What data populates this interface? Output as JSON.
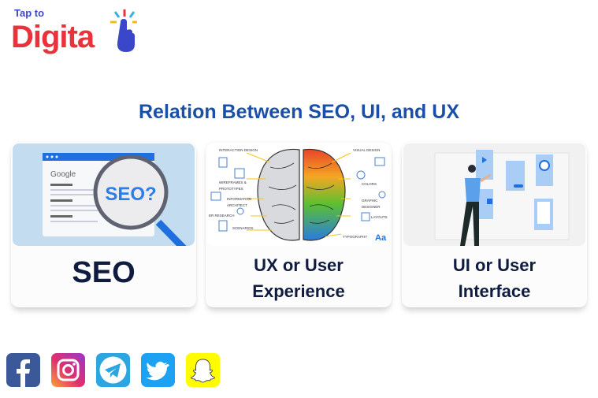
{
  "logo": {
    "top": "Tap to",
    "main": "Digita"
  },
  "title": "Relation Between SEO, UI, and UX",
  "cards": [
    {
      "label": "SEO",
      "image": {
        "browser_text": "Google",
        "lens_text": "SEO?"
      }
    },
    {
      "label_line1": "UX or User",
      "label_line2": "Experience",
      "image": {
        "labels_left": [
          "INTERACTION DESIGN",
          "WIREFRAMES &",
          "PROTOTYPES",
          "INFORMATION",
          "ARCHITECT",
          "ER RESEARCH",
          "SCENARIOS"
        ],
        "labels_right": [
          "VISUAL DESIGN",
          "COLORS",
          "GRAPHIC",
          "DESIGNER",
          "LAYOUTS",
          "TYPOGRAPHY"
        ],
        "typography_glyph": "Aa"
      }
    },
    {
      "label_line1": "UI or User",
      "label_line2": "Interface"
    }
  ],
  "social": [
    {
      "name": "facebook",
      "color": "#3b5998"
    },
    {
      "name": "instagram",
      "color": "#c13584"
    },
    {
      "name": "telegram",
      "color": "#2ca5e0"
    },
    {
      "name": "twitter",
      "color": "#1da1f2"
    },
    {
      "name": "snapchat",
      "color": "#fffc00"
    }
  ]
}
